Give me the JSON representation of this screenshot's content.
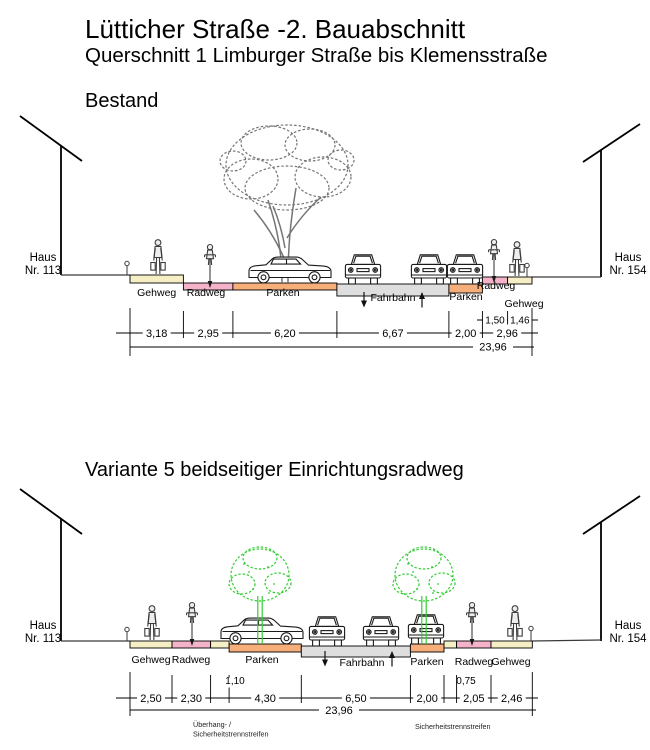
{
  "header": {
    "title": "Lütticher Straße -2. Bauabschnitt",
    "subtitle": "Querschnitt 1 Limburger Straße bis Klemensstraße"
  },
  "houses": {
    "left": {
      "line1": "Haus",
      "line2": "Nr. 113"
    },
    "right": {
      "line1": "Haus",
      "line2": "Nr. 154"
    }
  },
  "colors": {
    "gehweg": "#f6efc6",
    "radweg": "#f4b3c8",
    "parken": "#f6ae7b",
    "fahrbahn": "#dedede",
    "tree_existing": "#757575",
    "tree_new": "#33cc33"
  },
  "sections": [
    {
      "title": "Bestand",
      "labels": {
        "gehweg_l": "Gehweg",
        "radweg_l": "Radweg",
        "parken_l": "Parken",
        "fahrbahn": "Fahrbahn",
        "parken_r": "Parken",
        "radweg_r": "Radweg",
        "gehweg_r": "Gehweg"
      },
      "dims": {
        "gehweg_l": "3,18",
        "radweg_l": "2,95",
        "parken_l": "6,20",
        "fahrbahn": "6,67",
        "parken_r": "2,00",
        "radweg_r": "1,50",
        "gehweg_r": "1,46",
        "radweg_gehweg_r": "2,96",
        "total": "23,96"
      }
    },
    {
      "title": "Variante 5  beidseitiger Einrichtungsradweg",
      "labels": {
        "gehweg_l": "Gehweg",
        "radweg_l": "Radweg",
        "parken_l": "Parken",
        "fahrbahn": "Fahrbahn",
        "parken_r": "Parken",
        "radweg_r": "Radweg",
        "gehweg_r": "Gehweg"
      },
      "dims": {
        "gehweg_l": "2,50",
        "radweg_l": "2,30",
        "trennstreifen_l": "1,10",
        "parken_l": "4,30",
        "fahrbahn": "6,50",
        "parken_r": "2,00",
        "trennstreifen_r": "0,75",
        "radweg_r": "2,05",
        "gehweg_r": "2,46",
        "total": "23,96"
      },
      "footnotes": {
        "left_line1": "Überhang- /",
        "left_line2": "Sicherheitstrennstreifen",
        "right": "Sicherheitstrennstreifen"
      }
    }
  ]
}
